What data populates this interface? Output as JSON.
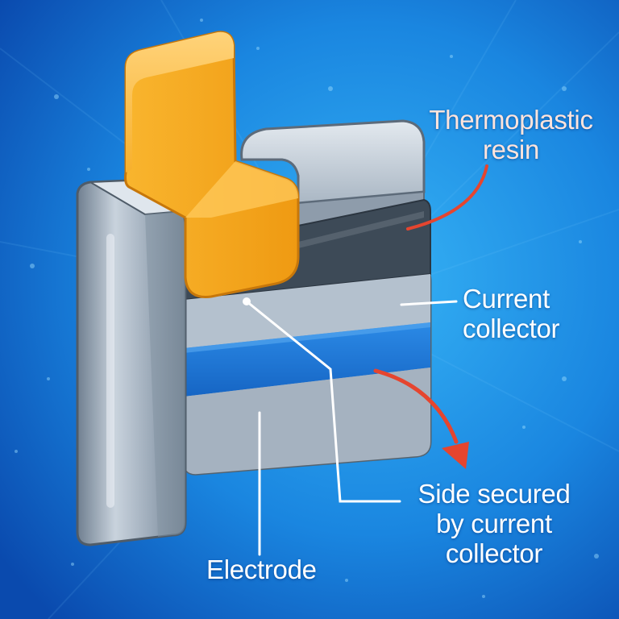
{
  "labels": {
    "thermoplastic_resin": [
      "Thermoplastic",
      "resin"
    ],
    "current_collector": [
      "Current",
      "collector"
    ],
    "side_secured": [
      "Side secured",
      "by current",
      "collector"
    ],
    "electrode": "Electrode"
  },
  "colors": {
    "background_center": "#2aa6f0",
    "background_edge": "#0a4fb8",
    "tab": "#f5a623",
    "resin": "#3d4a57",
    "collector": "#a9b6c4",
    "electrode_band": "#1f7ad6",
    "pointer_red": "#e5452f",
    "leader_white": "#ffffff"
  }
}
